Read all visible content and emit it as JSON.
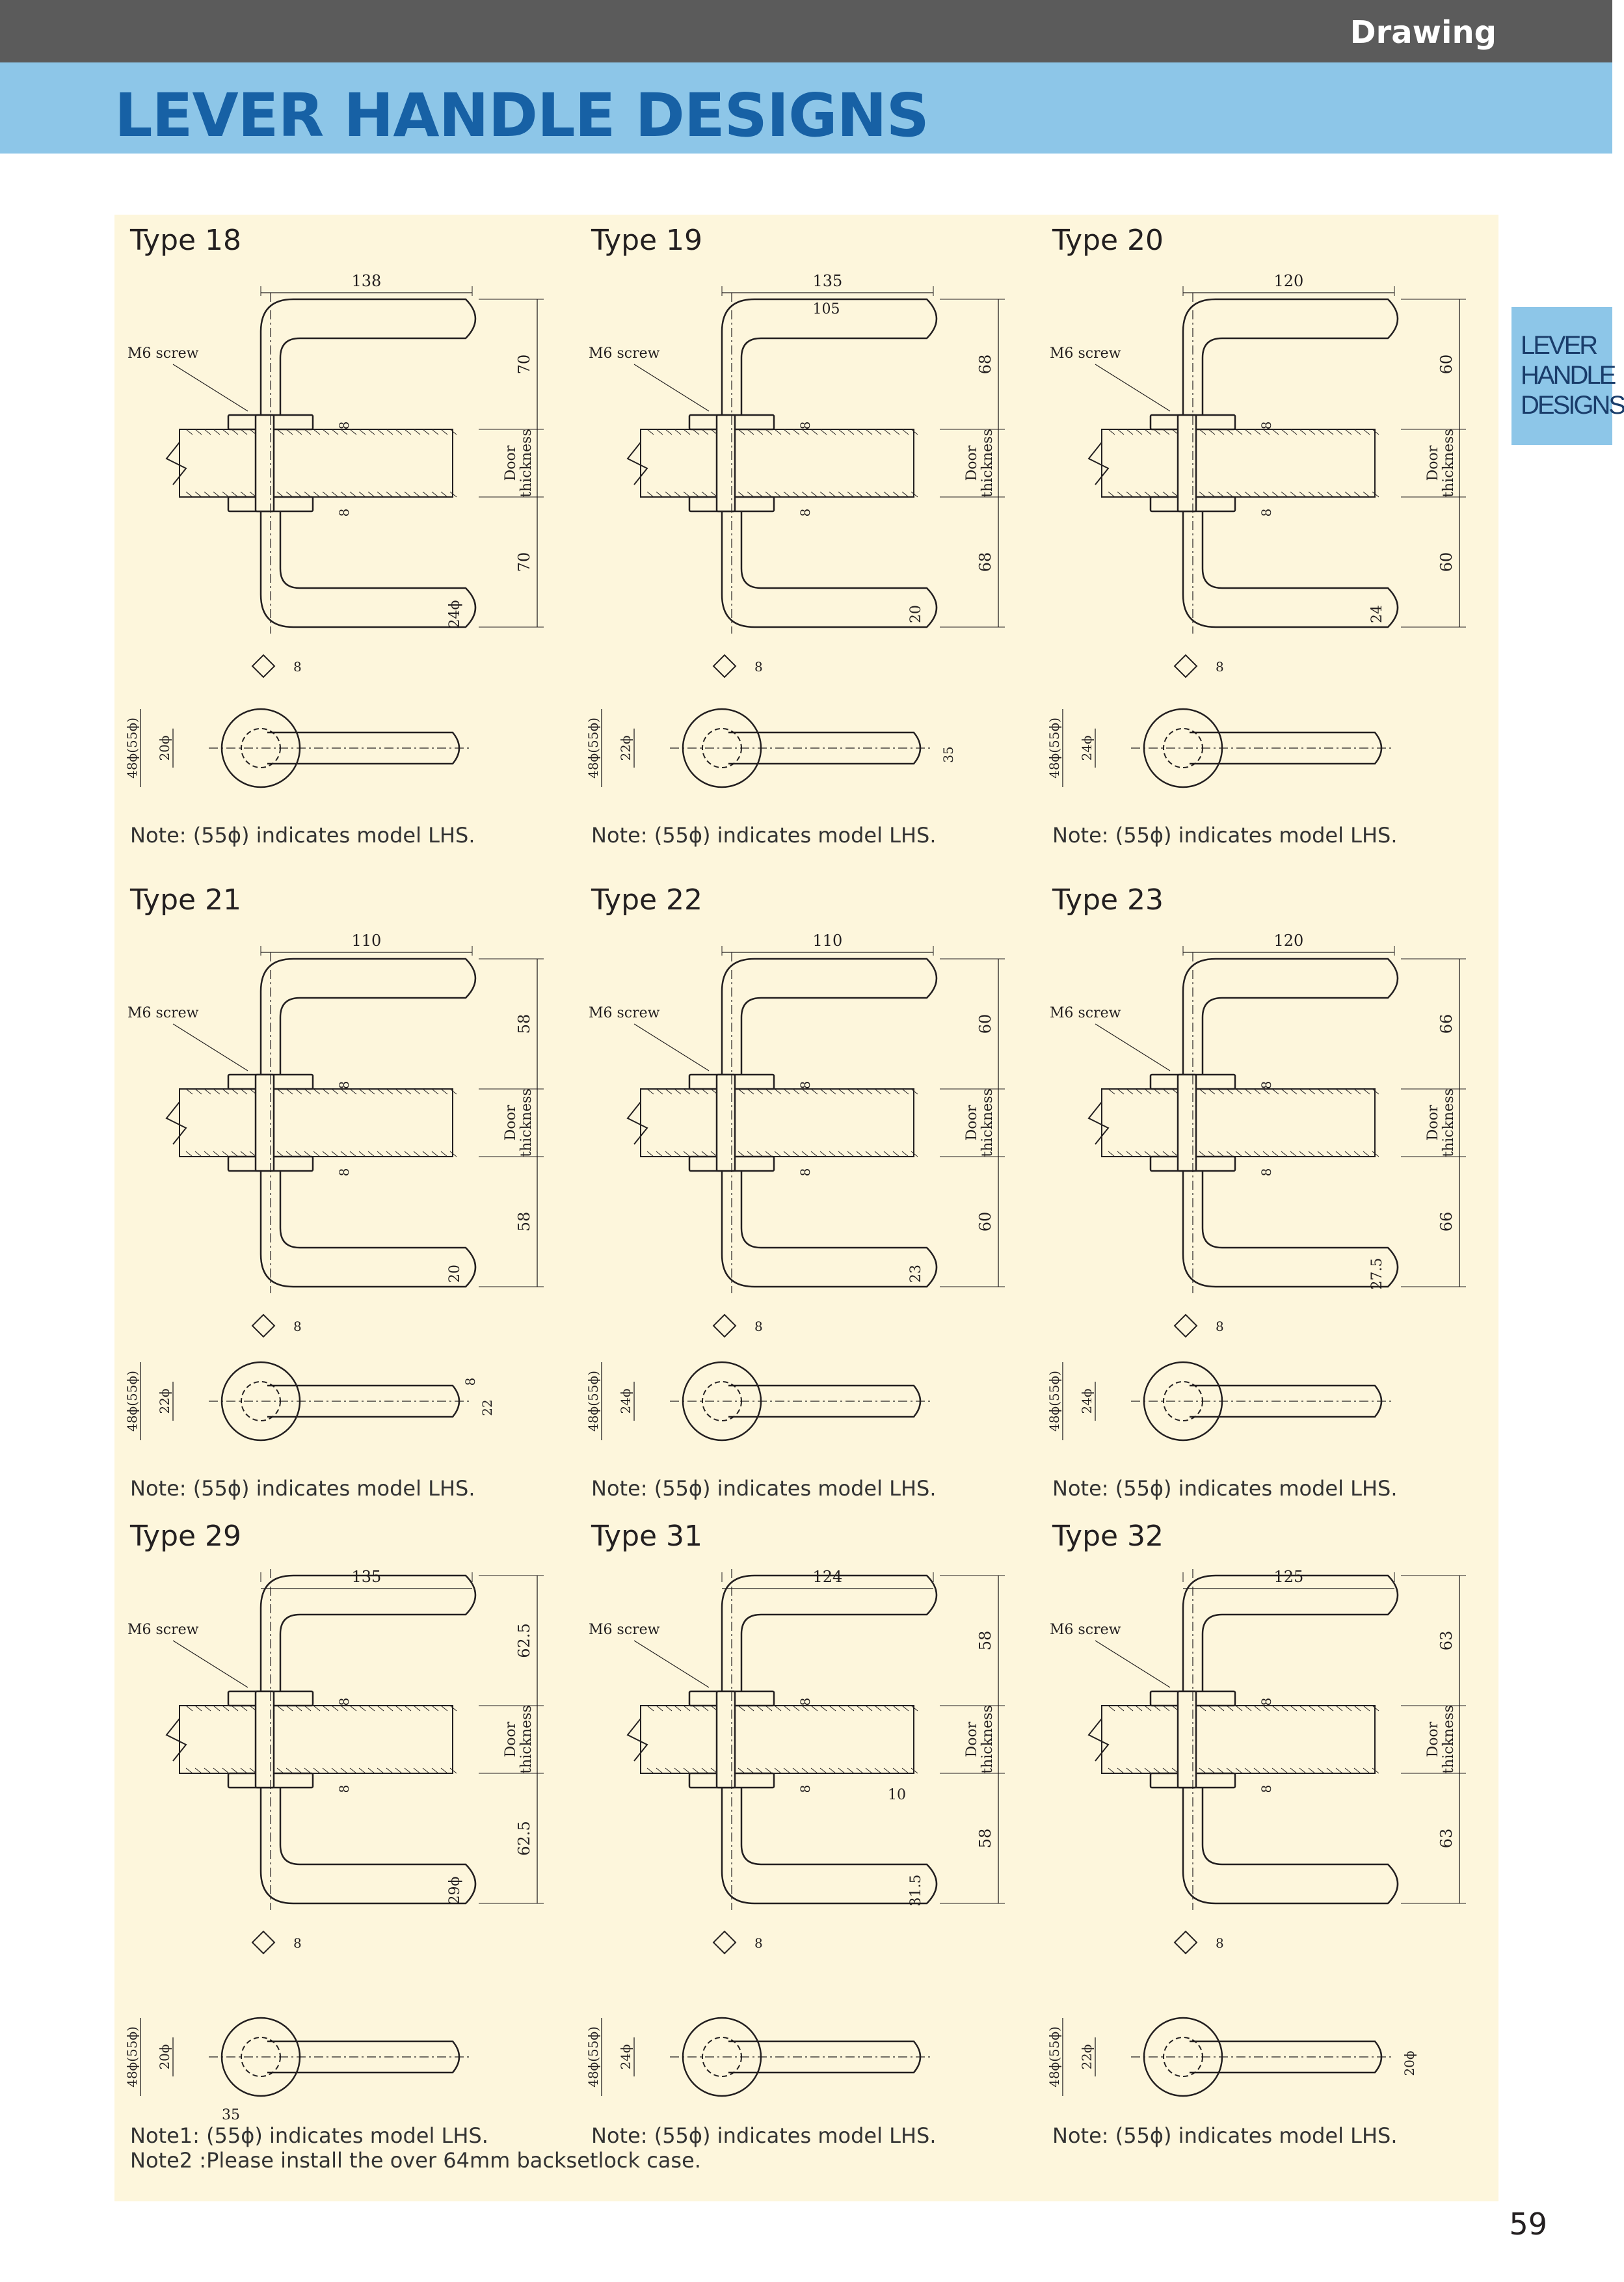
{
  "header": {
    "section": "Drawing",
    "title": "LEVER HANDLE DESIGNS"
  },
  "sidetab": {
    "lines": [
      "LEVER",
      "HANDLE",
      "DESIGNS"
    ]
  },
  "labels": {
    "screw": "M6 screw",
    "door1": "Door",
    "door2": "thickness",
    "dim8": "8",
    "sq": "8"
  },
  "page_number": "59",
  "types": [
    {
      "title": "Type 18",
      "width": "138",
      "upper": "70",
      "lower": "70",
      "grip": "24ϕ",
      "plate": "48ϕ(55ϕ)",
      "spindle": "20ϕ",
      "note": "Note: (55ϕ) indicates model LHS."
    },
    {
      "title": "Type 19",
      "width": "135",
      "width2": "105",
      "upper": "68",
      "lower": "68",
      "grip": "20",
      "plate": "48ϕ(55ϕ)",
      "spindle": "22ϕ",
      "side": "35",
      "note": "Note: (55ϕ) indicates model LHS."
    },
    {
      "title": "Type 20",
      "width": "120",
      "upper": "60",
      "lower": "60",
      "grip": "24",
      "plate": "48ϕ(55ϕ)",
      "spindle": "24ϕ",
      "note": "Note: (55ϕ) indicates model LHS."
    },
    {
      "title": "Type 21",
      "width": "110",
      "upper": "58",
      "lower": "58",
      "grip": "20",
      "plate": "48ϕ(55ϕ)",
      "spindle": "22ϕ",
      "side": "22",
      "side2": "8",
      "note": "Note: (55ϕ) indicates model LHS."
    },
    {
      "title": "Type 22",
      "width": "110",
      "upper": "60",
      "lower": "60",
      "grip": "23",
      "plate": "48ϕ(55ϕ)",
      "spindle": "24ϕ",
      "note": "Note: (55ϕ) indicates model LHS."
    },
    {
      "title": "Type 23",
      "width": "120",
      "upper": "66",
      "lower": "66",
      "grip": "27.5",
      "plate": "48ϕ(55ϕ)",
      "spindle": "24ϕ",
      "note": "Note: (55ϕ) indicates model LHS."
    },
    {
      "title": "Type 29",
      "width": "135",
      "upper": "62.5",
      "lower": "62.5",
      "grip": "29ϕ",
      "plate": "48ϕ(55ϕ)",
      "spindle": "20ϕ",
      "bottom": "35",
      "note": "Note1: (55ϕ) indicates model LHS.",
      "note2": "Note2 :Please install the over 64mm backsetlock case."
    },
    {
      "title": "Type 31",
      "width": "124",
      "upper": "58",
      "lower": "58",
      "grip": "31.5",
      "extra": "10",
      "plate": "48ϕ(55ϕ)",
      "spindle": "24ϕ",
      "note": "Note: (55ϕ) indicates model LHS."
    },
    {
      "title": "Type 32",
      "width": "125",
      "upper": "63",
      "lower": "63",
      "plate": "48ϕ(55ϕ)",
      "spindle": "22ϕ",
      "side": "20ϕ",
      "note": "Note: (55ϕ) indicates model LHS."
    }
  ]
}
